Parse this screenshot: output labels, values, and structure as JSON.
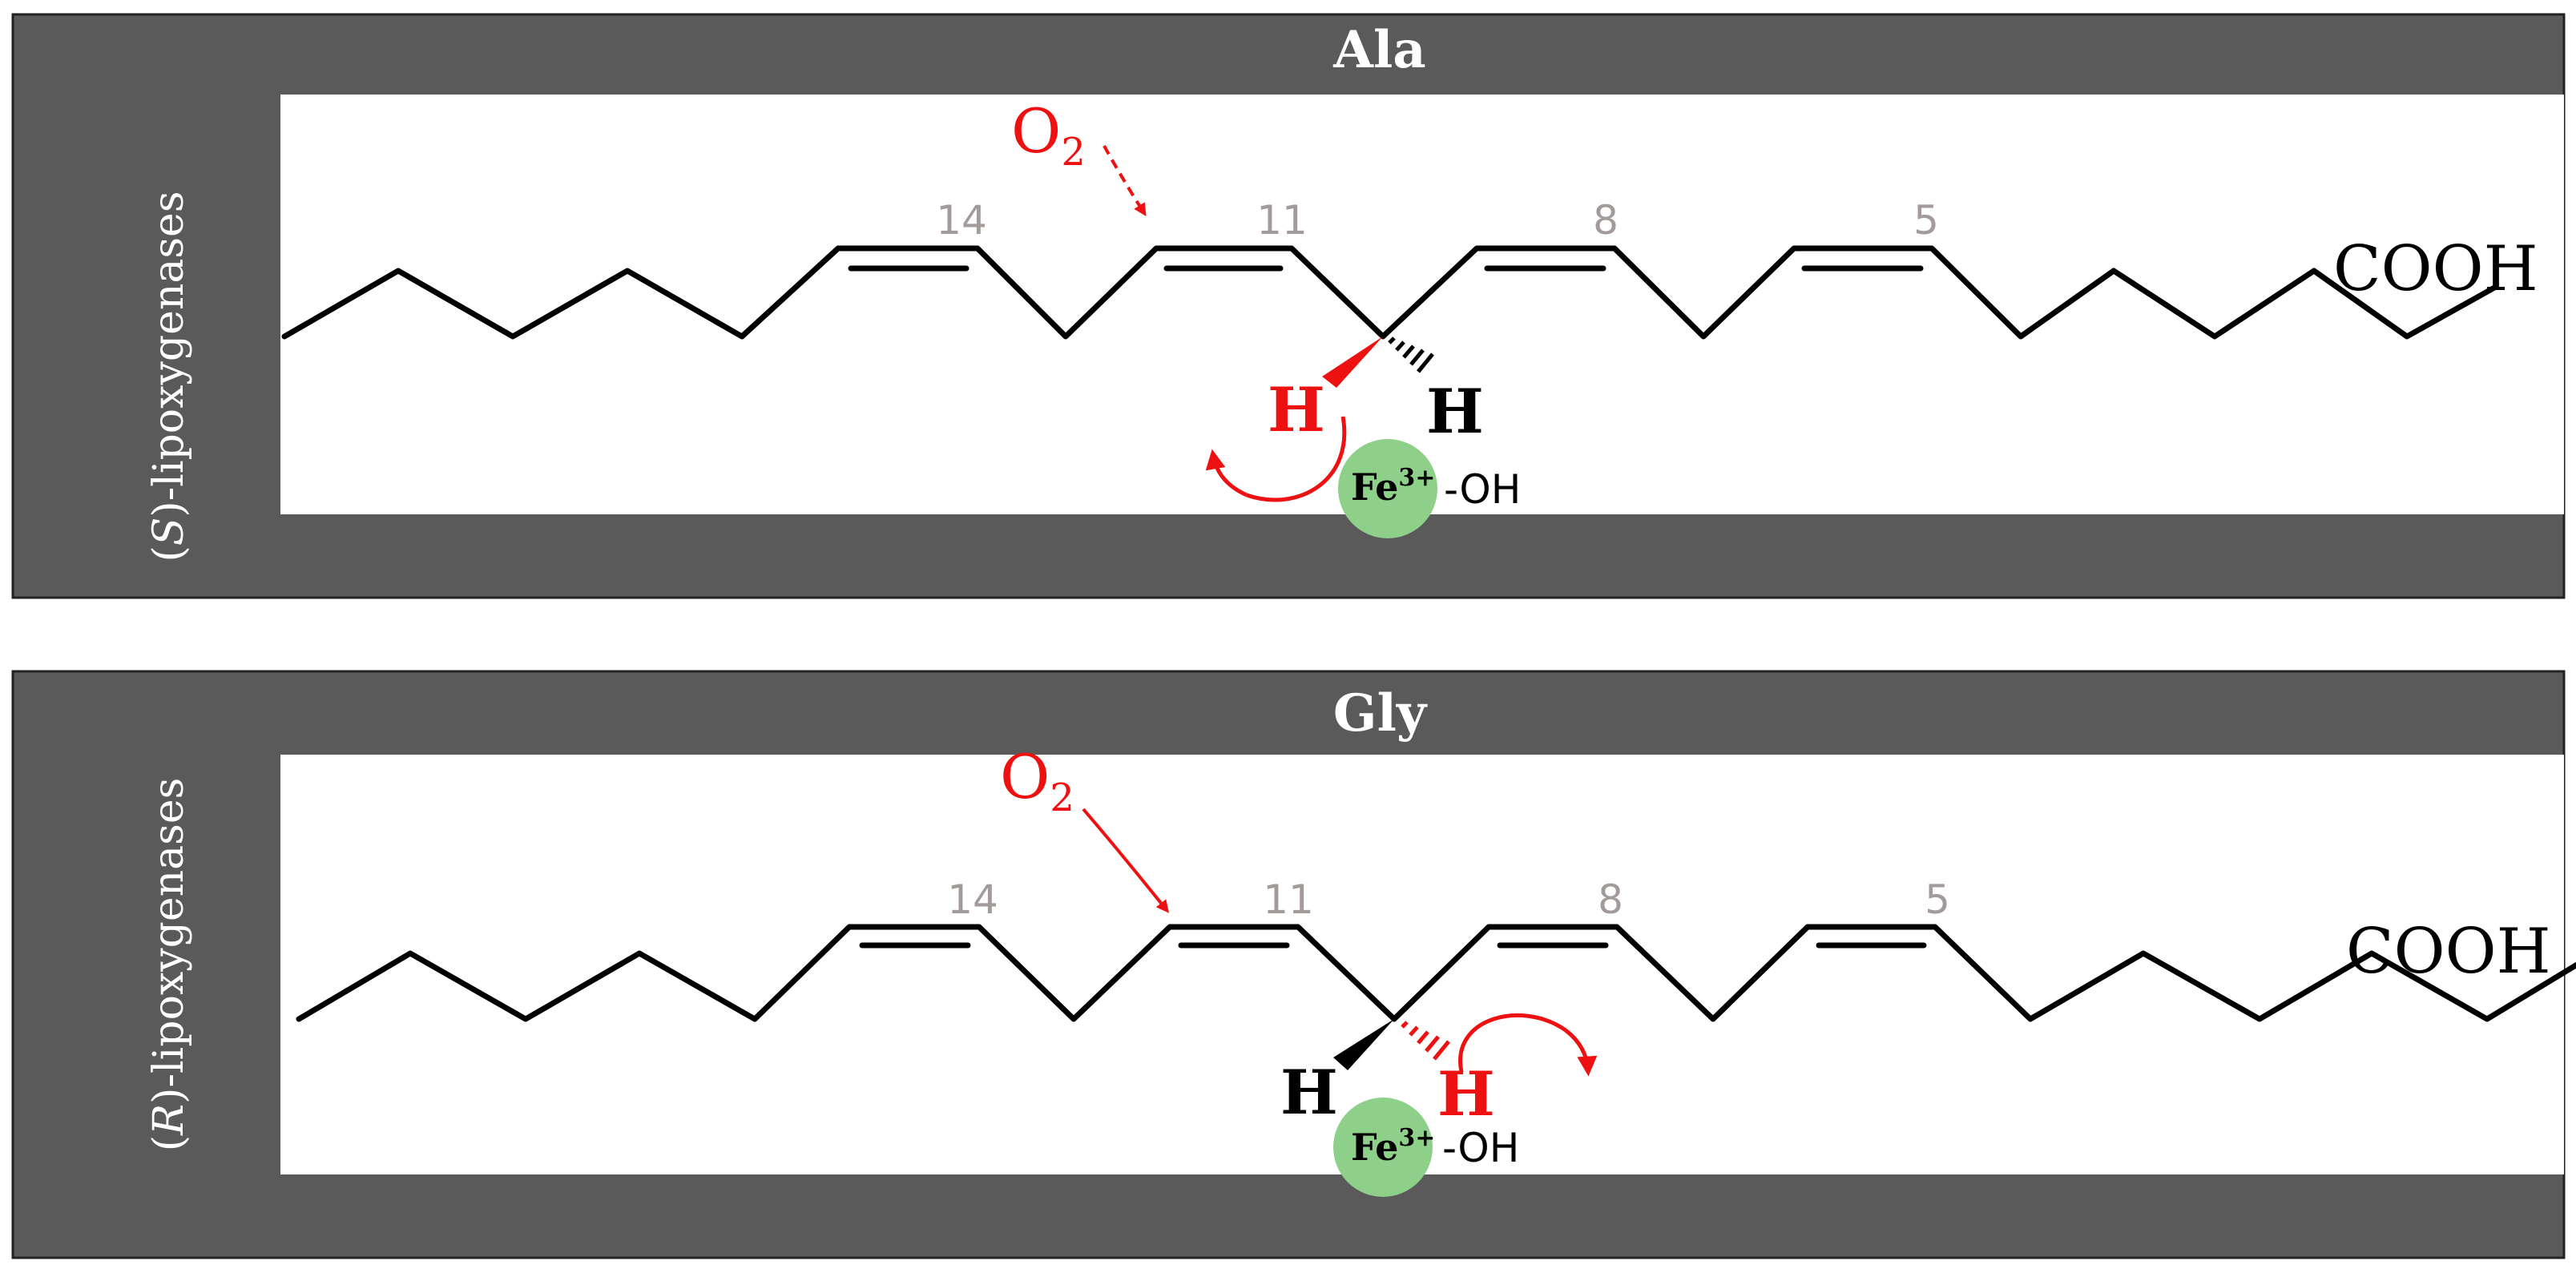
{
  "panels": [
    {
      "id": "s",
      "residue": "Ala",
      "side_prefix": "(",
      "side_italic": "S",
      "side_suffix": ")-lipoxygenases",
      "positions": {
        "c14": "14",
        "c11": "11",
        "c8": "8",
        "c5": "5"
      },
      "acid": "COOH",
      "o2_main": "O",
      "o2_sub": "2",
      "h_wedge": "H",
      "h_hash": "H",
      "abstracted_h": "wedge",
      "fe_main": "Fe",
      "fe_sup": "3+",
      "fe_suffix": "-OH"
    },
    {
      "id": "r",
      "residue": "Gly",
      "side_prefix": "(",
      "side_italic": "R",
      "side_suffix": ")-lipoxygenases",
      "positions": {
        "c14": "14",
        "c11": "11",
        "c8": "8",
        "c5": "5"
      },
      "acid": "COOH",
      "o2_main": "O",
      "o2_sub": "2",
      "h_wedge": "H",
      "h_hash": "H",
      "abstracted_h": "hash",
      "fe_main": "Fe",
      "fe_sup": "3+",
      "fe_suffix": "-OH"
    }
  ],
  "colors": {
    "frame": "#5a5a5a",
    "inner": "#ffffff",
    "bond": "#000000",
    "highlight": "#ee1111",
    "position_label": "#a39a9a",
    "iron": "#8ed08a"
  }
}
